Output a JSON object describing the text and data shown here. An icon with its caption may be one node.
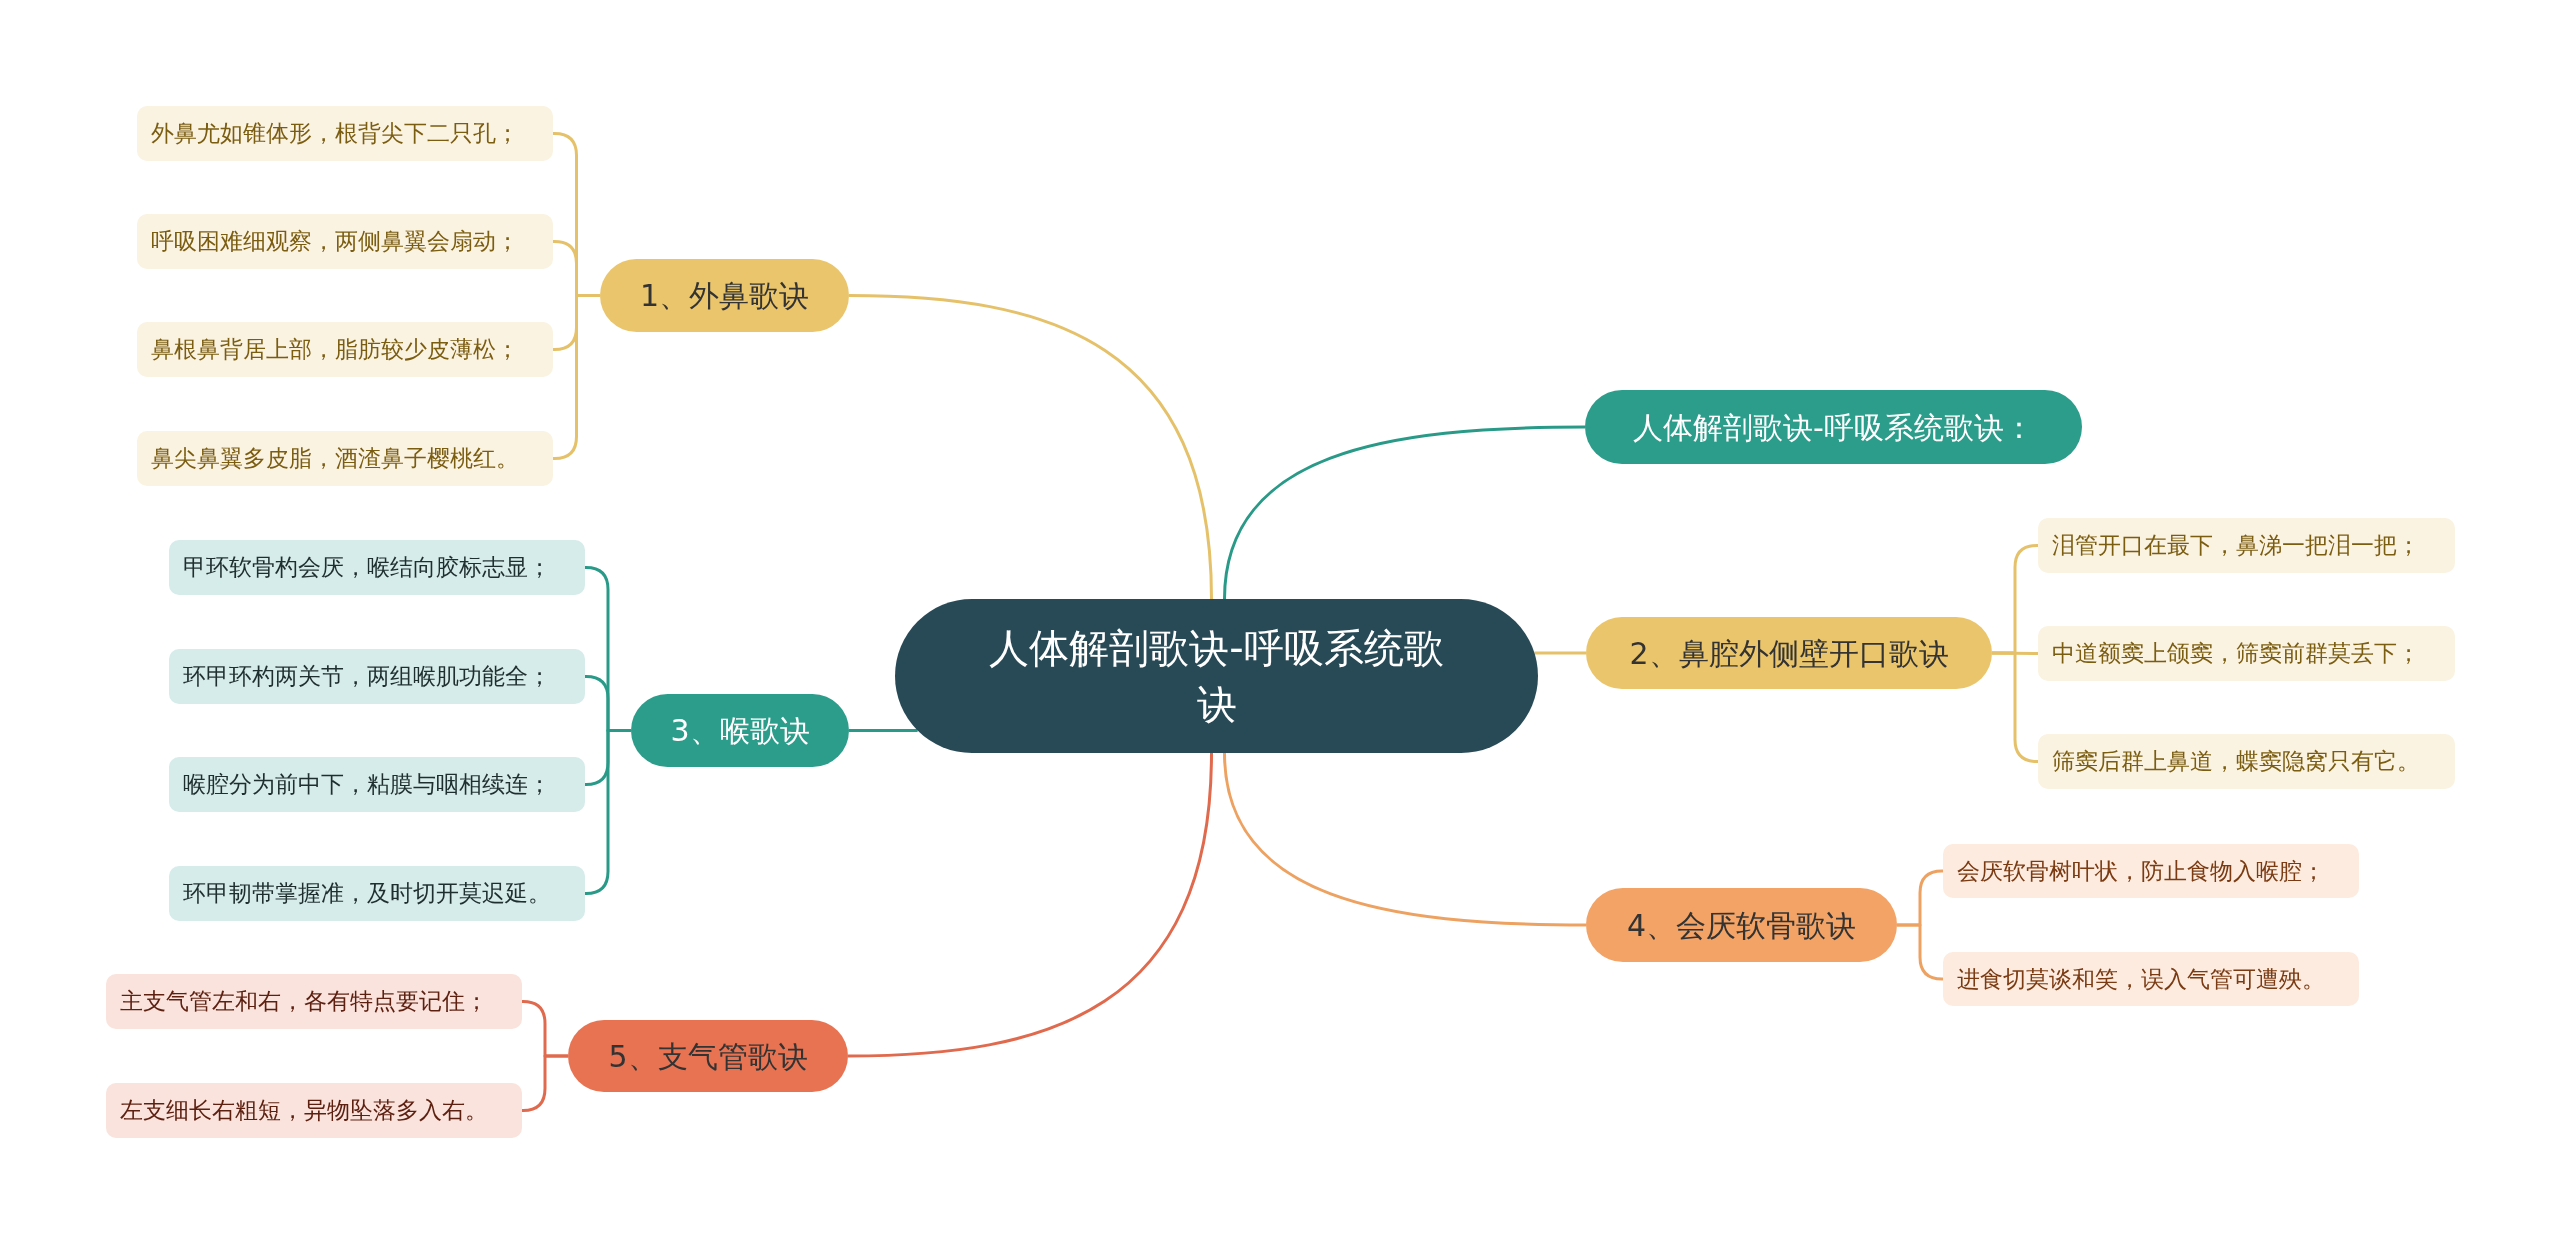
{
  "diagram": {
    "nodes": [
      {
        "text": [
          "人体解剖歌诀-呼吸系统歌诀"
        ]
      },
      {
        "text": [
          "1、外鼻歌诀"
        ]
      },
      {
        "text": [
          "外鼻尤如锥体形，根背尖下二只孔；"
        ]
      },
      {
        "text": [
          "呼吸困难细观察，两侧鼻翼会扇动；"
        ]
      },
      {
        "text": [
          "鼻根鼻背居上部，脂肪较少皮薄松；"
        ]
      },
      {
        "text": [
          "鼻尖鼻翼多皮脂，酒渣鼻子樱桃红。"
        ]
      },
      {
        "text": [
          "人体解剖歌诀-呼吸系统歌诀："
        ]
      },
      {
        "text": [
          "2、鼻腔外侧壁开口歌诀"
        ]
      },
      {
        "text": [
          "泪管开口在最下，鼻涕一把泪一把；"
        ]
      },
      {
        "text": [
          "中道额窦上颌窦，筛窦前群莫丢下；"
        ]
      },
      {
        "text": [
          "筛窦后群上鼻道，蝶窦隐窝只有它。"
        ]
      },
      {
        "text": [
          "3、喉歌诀"
        ]
      },
      {
        "text": [
          "甲环软骨杓会厌，喉结向胶标志显；"
        ]
      },
      {
        "text": [
          "环甲环杓两关节，两组喉肌功能全；"
        ]
      },
      {
        "text": [
          "喉腔分为前中下，粘膜与咽相续连；"
        ]
      },
      {
        "text": [
          "环甲韧带掌握准，及时切开莫迟延。"
        ]
      },
      {
        "text": [
          "4、会厌软骨歌诀"
        ]
      },
      {
        "text": [
          "会厌软骨树叶状，防止食物入喉腔；"
        ]
      },
      {
        "text": [
          "进食切莫谈和笑，误入气管可遭殃。"
        ]
      },
      {
        "text": [
          "5、支气管歌诀"
        ]
      },
      {
        "text": [
          "主支气管左和右，各有特点要记住；"
        ]
      },
      {
        "text": [
          "左支细长右粗短，异物坠落多入右。"
        ]
      }
    ],
    "edges": [
      {
        "from": 0,
        "to": 1,
        "arrow": "none",
        "color": "#e5c16a"
      },
      {
        "from": 1,
        "to": 2,
        "arrow": "none",
        "color": "#e5c16a"
      },
      {
        "from": 1,
        "to": 3,
        "arrow": "none",
        "color": "#e5c16a"
      },
      {
        "from": 1,
        "to": 4,
        "arrow": "none",
        "color": "#e5c16a"
      },
      {
        "from": 1,
        "to": 5,
        "arrow": "none",
        "color": "#e5c16a"
      },
      {
        "from": 0,
        "to": 6,
        "arrow": "none",
        "color": "#2a9a88"
      },
      {
        "from": 0,
        "to": 7,
        "arrow": "none",
        "color": "#e5c16a"
      },
      {
        "from": 7,
        "to": 8,
        "arrow": "none",
        "color": "#e5c16a"
      },
      {
        "from": 7,
        "to": 9,
        "arrow": "none",
        "color": "#e5c16a"
      },
      {
        "from": 7,
        "to": 10,
        "arrow": "none",
        "color": "#e5c16a"
      },
      {
        "from": 0,
        "to": 11,
        "arrow": "none",
        "color": "#2a9a88"
      },
      {
        "from": 11,
        "to": 12,
        "arrow": "none",
        "color": "#2a9a88"
      },
      {
        "from": 11,
        "to": 13,
        "arrow": "none",
        "color": "#2a9a88"
      },
      {
        "from": 11,
        "to": 14,
        "arrow": "none",
        "color": "#2a9a88"
      },
      {
        "from": 11,
        "to": 15,
        "arrow": "none",
        "color": "#2a9a88"
      },
      {
        "from": 0,
        "to": 16,
        "arrow": "none",
        "color": "#eda262"
      },
      {
        "from": 16,
        "to": 17,
        "arrow": "none",
        "color": "#eda262"
      },
      {
        "from": 16,
        "to": 18,
        "arrow": "none",
        "color": "#eda262"
      },
      {
        "from": 0,
        "to": 19,
        "arrow": "none",
        "color": "#e06a4d"
      },
      {
        "from": 19,
        "to": 20,
        "arrow": "none",
        "color": "#e06a4d"
      },
      {
        "from": 19,
        "to": 21,
        "arrow": "none",
        "color": "#e06a4d"
      }
    ]
  }
}
